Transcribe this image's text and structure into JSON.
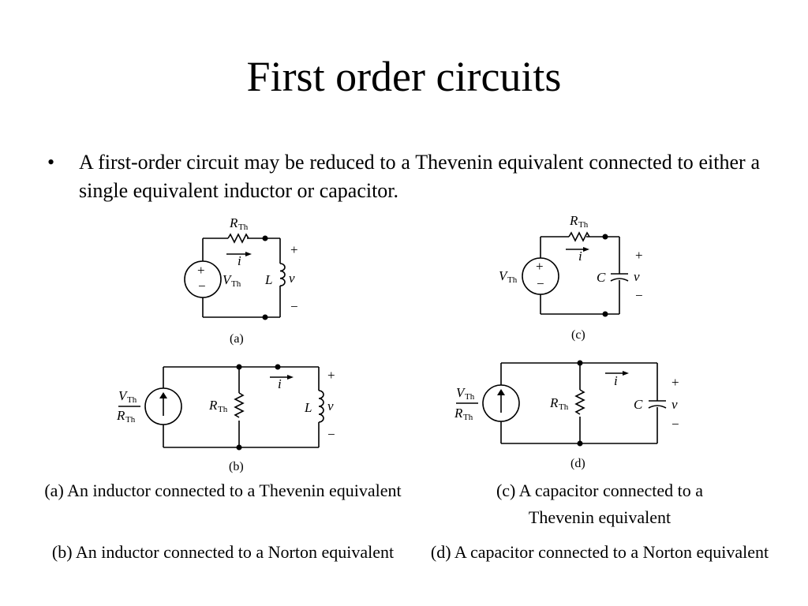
{
  "slide": {
    "title": "First order circuits",
    "bullet": "A first-order circuit may be reduced to a Thevenin equivalent connected to either a single equivalent inductor or capacitor."
  },
  "circuit_labels": {
    "r_th": "R",
    "r_th_sub": "Th",
    "v_th": "V",
    "v_th_sub": "Th",
    "current": "i",
    "voltage": "v",
    "inductor": "L",
    "capacitor": "C",
    "plus": "+",
    "minus": "−",
    "tag_a": "(a)",
    "tag_b": "(b)",
    "tag_c": "(c)",
    "tag_d": "(d)"
  },
  "captions": {
    "a": "(a) An inductor connected to a Thevenin equivalent",
    "b": "(b) An inductor connected to a Norton equivalent",
    "c": "(c) A capacitor connected to a Thevenin equivalent",
    "d": "(d) A capacitor connected to a Norton equivalent"
  }
}
